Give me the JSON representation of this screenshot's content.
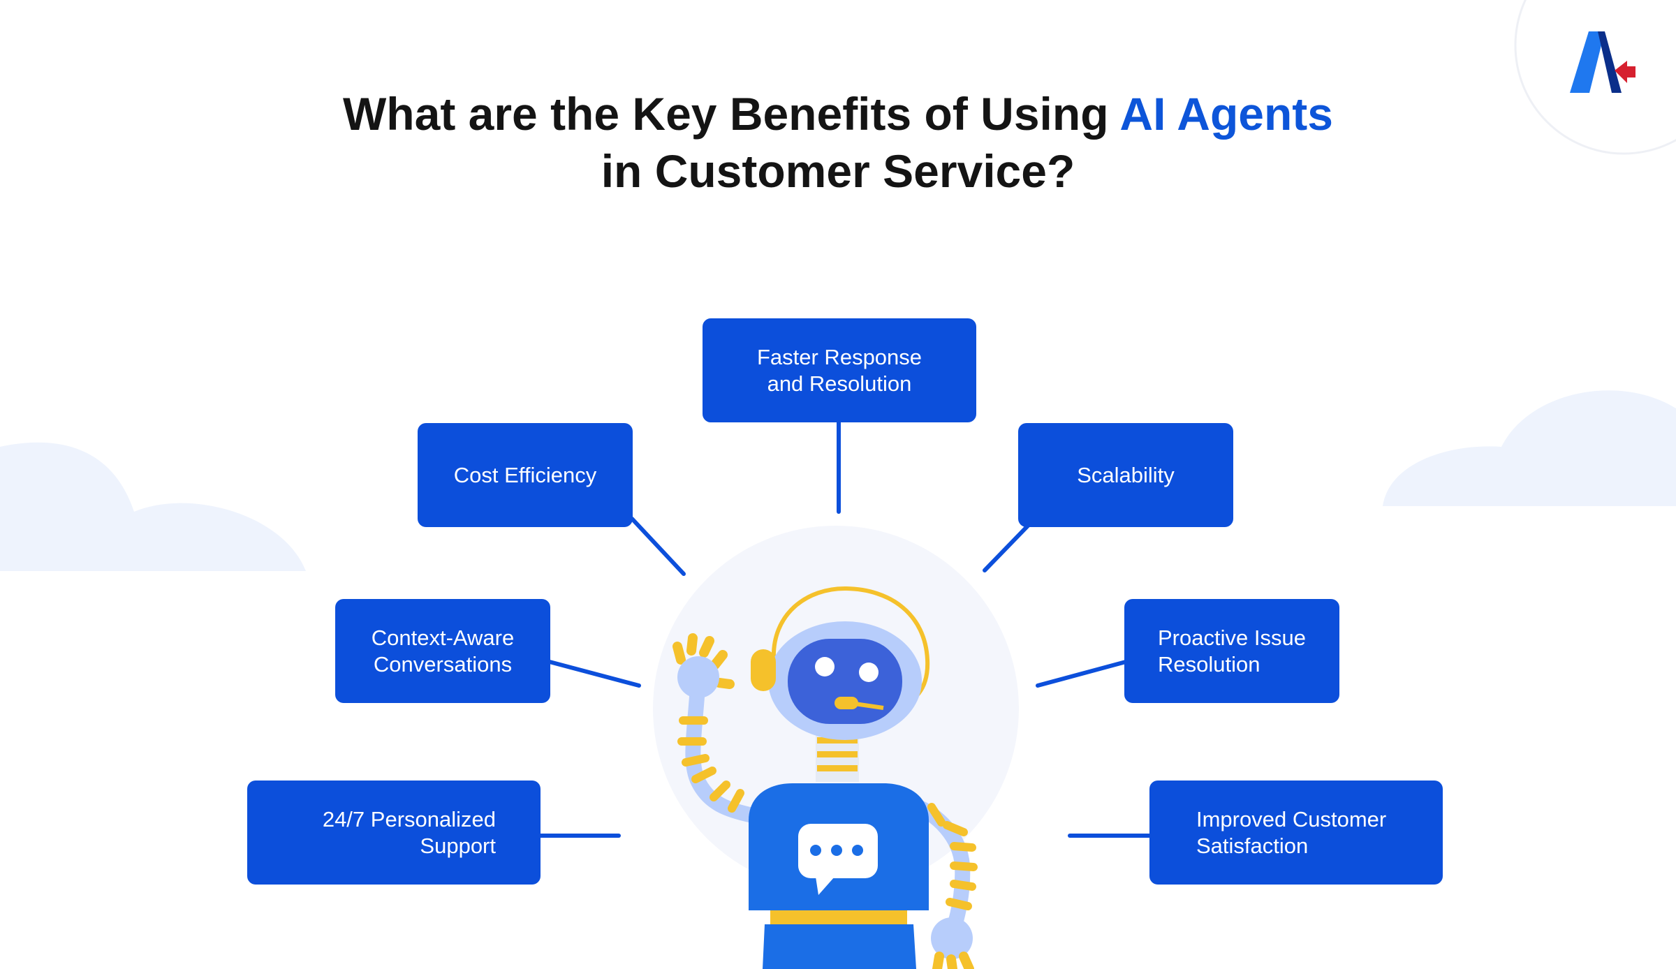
{
  "title": {
    "line1_prefix": "What are the Key Benefits of Using ",
    "line1_accent": "AI Agents",
    "line2": "in Customer Service?"
  },
  "benefits": [
    {
      "id": "faster-response",
      "line1": "Faster Response",
      "line2": "and Resolution"
    },
    {
      "id": "cost-efficiency",
      "line1": "Cost Efficiency"
    },
    {
      "id": "scalability",
      "line1": "Scalability"
    },
    {
      "id": "context-aware",
      "line1": "Context-Aware",
      "line2": "Conversations"
    },
    {
      "id": "proactive-issue",
      "line1": "Proactive Issue",
      "line2": "Resolution"
    },
    {
      "id": "personalized-support",
      "line1": "24/7 Personalized",
      "line2": "Support"
    },
    {
      "id": "customer-satisfaction",
      "line1": "Improved Customer",
      "line2": "Satisfaction"
    }
  ],
  "colors": {
    "accent": "#0d55d9",
    "box": "#0c4fdb",
    "connector": "#0c4fdb",
    "cloud": "#eef3fd",
    "robot_yellow": "#f5c12b",
    "robot_blue": "#1b6ee6",
    "robot_light_blue": "#b7cdfb"
  },
  "icons": {
    "logo": "brand-logo-icon",
    "robot": "robot-agent-icon",
    "chat": "chat-bubble-icon"
  }
}
